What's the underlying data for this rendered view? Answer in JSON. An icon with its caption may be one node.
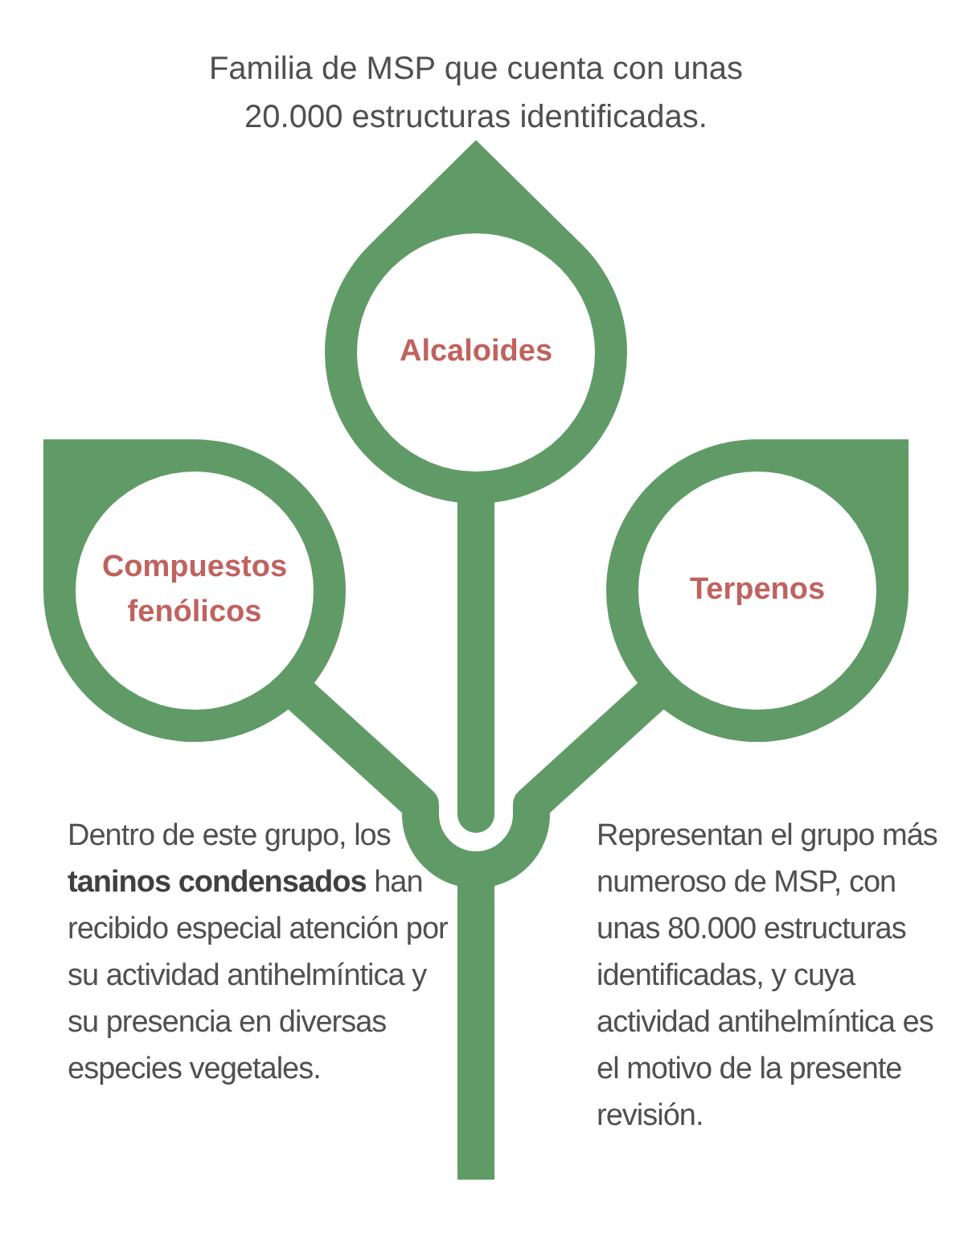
{
  "diagram": {
    "nodes": [
      {
        "text": [
          "Alcaloides"
        ],
        "beside": [
          "Familia de MSP que cuenta con unas 20.000 estructuras identificadas."
        ]
      },
      {
        "text": [
          "Compuestos fenólicos"
        ]
      },
      {
        "text": [
          "Terpenos"
        ]
      },
      {
        "text": [],
        "shape": "bar"
      }
    ],
    "edges": [
      {
        "from": 1,
        "to": 3,
        "arrow": "none"
      },
      {
        "from": 2,
        "to": 3,
        "arrow": "none"
      },
      {
        "from": 0,
        "to": 3,
        "arrow": "none"
      }
    ],
    "labels": [
      "Dentro de este grupo, los **taninos condensados** han recibido especial atención por su actividad antihelmíntica y su presencia en diversas especies vegetales.",
      "Representan el grupo más numeroso de MSP, con unas 80.000 estructuras identificadas, y cuya actividad antihelmíntica es el motivo de la presente revisión."
    ]
  }
}
